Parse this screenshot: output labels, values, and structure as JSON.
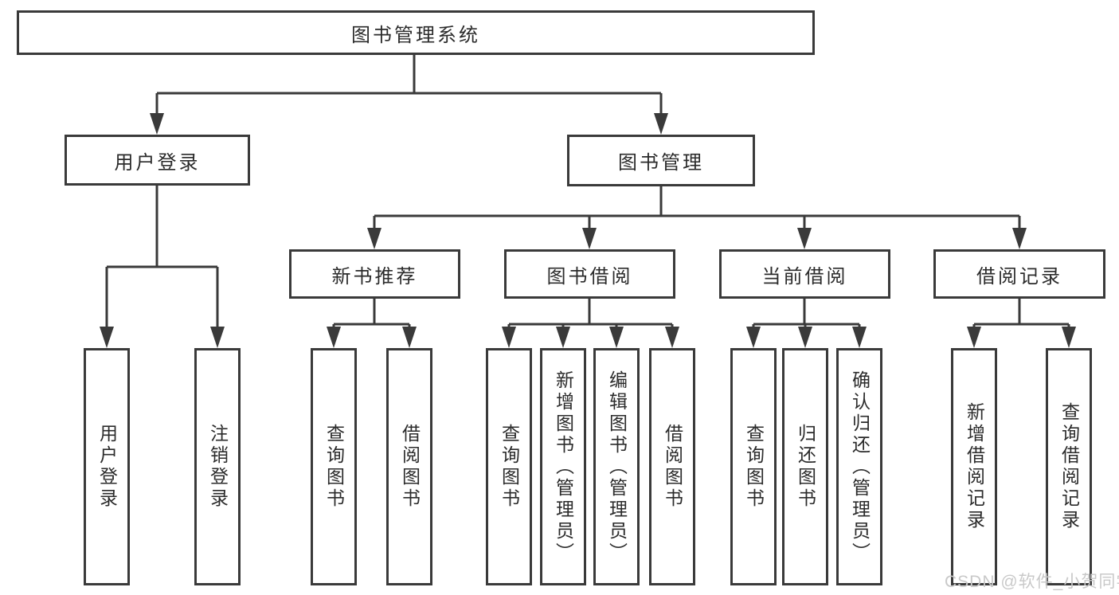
{
  "colors": {
    "line": "#3a3a3a",
    "text": "#2b2b2b",
    "box_background": "#ffffff",
    "page_background": "#ffffff",
    "watermark": "#c9c9c9"
  },
  "watermark": "CSDN @软件_小贺同学",
  "tree": {
    "root": "图书管理系统",
    "children": [
      {
        "label": "用户登录",
        "leaves": [
          "用户登录",
          "注销登录"
        ]
      },
      {
        "label": "图书管理",
        "children": [
          {
            "label": "新书推荐",
            "leaves": [
              "查询图书",
              "借阅图书"
            ]
          },
          {
            "label": "图书借阅",
            "leaves": [
              "查询图书",
              "新增图书（管理员）",
              "编辑图书（管理员）",
              "借阅图书"
            ]
          },
          {
            "label": "当前借阅",
            "leaves": [
              "查询图书",
              "归还图书",
              "确认归还（管理员）"
            ]
          },
          {
            "label": "借阅记录",
            "leaves": [
              "新增借阅记录",
              "查询借阅记录"
            ]
          }
        ]
      }
    ]
  }
}
